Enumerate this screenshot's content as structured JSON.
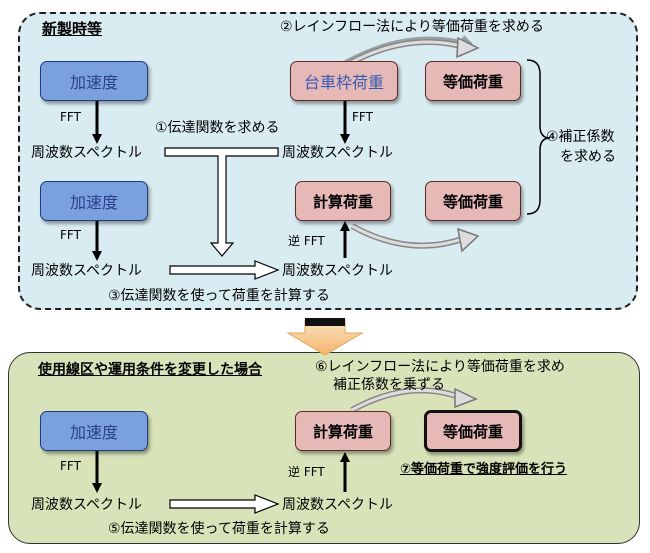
{
  "top": {
    "title": "新製時等",
    "step2": "②レインフロー法により等価荷重を求める",
    "step1": "①伝達関数を求める",
    "step3": "③伝達関数を使って荷重を計算する",
    "step4_line1": "④補正係数",
    "step4_line2": "を求める",
    "accel_box_1": "加速度",
    "accel_box_2": "加速度",
    "bogie_load_box": "台車枠荷重",
    "equiv_load_box_1": "等価荷重",
    "equiv_load_box_2": "等価荷重",
    "calc_load_box": "計算荷重",
    "fft_1": "FFT",
    "fft_2": "FFT",
    "fft_3": "FFT",
    "inverse_fft": "逆 FFT",
    "spectrum_1": "周波数スペクトル",
    "spectrum_2": "周波数スペクトル",
    "spectrum_3": "周波数スペクトル",
    "spectrum_4": "周波数スペクトル"
  },
  "bottom": {
    "title": "使用線区や運用条件を変更した場合",
    "step6_line1": "⑥レインフロー法により等価荷重を求め",
    "step6_line2": "補正係数を乗ずる",
    "step7": "⑦等価荷重で強度評価を行う",
    "step5": "⑤伝達関数を使って荷重を計算する",
    "accel_box": "加速度",
    "calc_load_box": "計算荷重",
    "equiv_load_box": "等価荷重",
    "fft": "FFT",
    "inverse_fft": "逆 FFT",
    "spectrum_1": "周波数スペクトル",
    "spectrum_2": "周波数スペクトル"
  }
}
